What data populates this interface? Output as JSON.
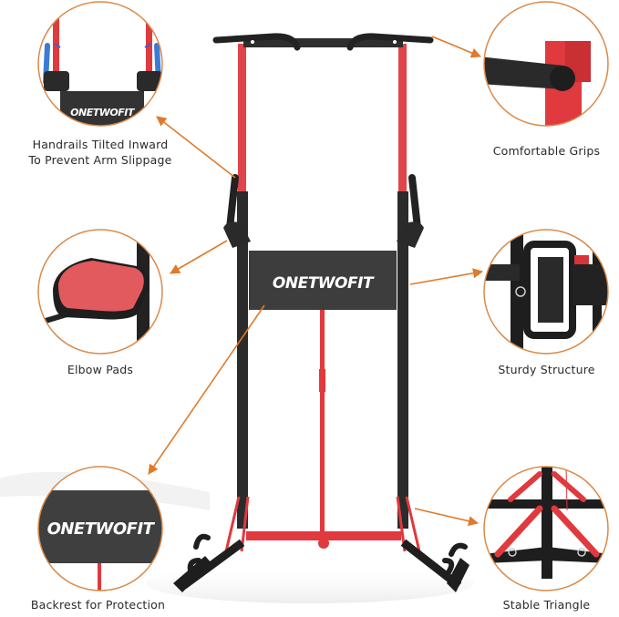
{
  "brand": {
    "logo_text": "ONETWOFIT"
  },
  "colors": {
    "frame_red": "#e0393e",
    "frame_black": "#2b2b2b",
    "panel_gray": "#3a3a3a",
    "callout_orange": "#e07a2a",
    "circle_border": "#d98a4a",
    "label_text": "#2a2a2a",
    "handrail_blue": "#3b7bd6"
  },
  "features": [
    {
      "id": "handrails",
      "label_line1": "Handrails Tilted Inward",
      "label_line2": "To Prevent Arm Slippage",
      "position": "top-left"
    },
    {
      "id": "grips",
      "label_line1": "Comfortable Grips",
      "position": "top-right"
    },
    {
      "id": "elbow-pads",
      "label_line1": "Elbow Pads",
      "position": "middle-left"
    },
    {
      "id": "structure",
      "label_line1": "Sturdy Structure",
      "position": "middle-right"
    },
    {
      "id": "backrest",
      "label_line1": "Backrest for Protection",
      "position": "bottom-left"
    },
    {
      "id": "triangle",
      "label_line1": "Stable Triangle",
      "position": "bottom-right"
    }
  ]
}
